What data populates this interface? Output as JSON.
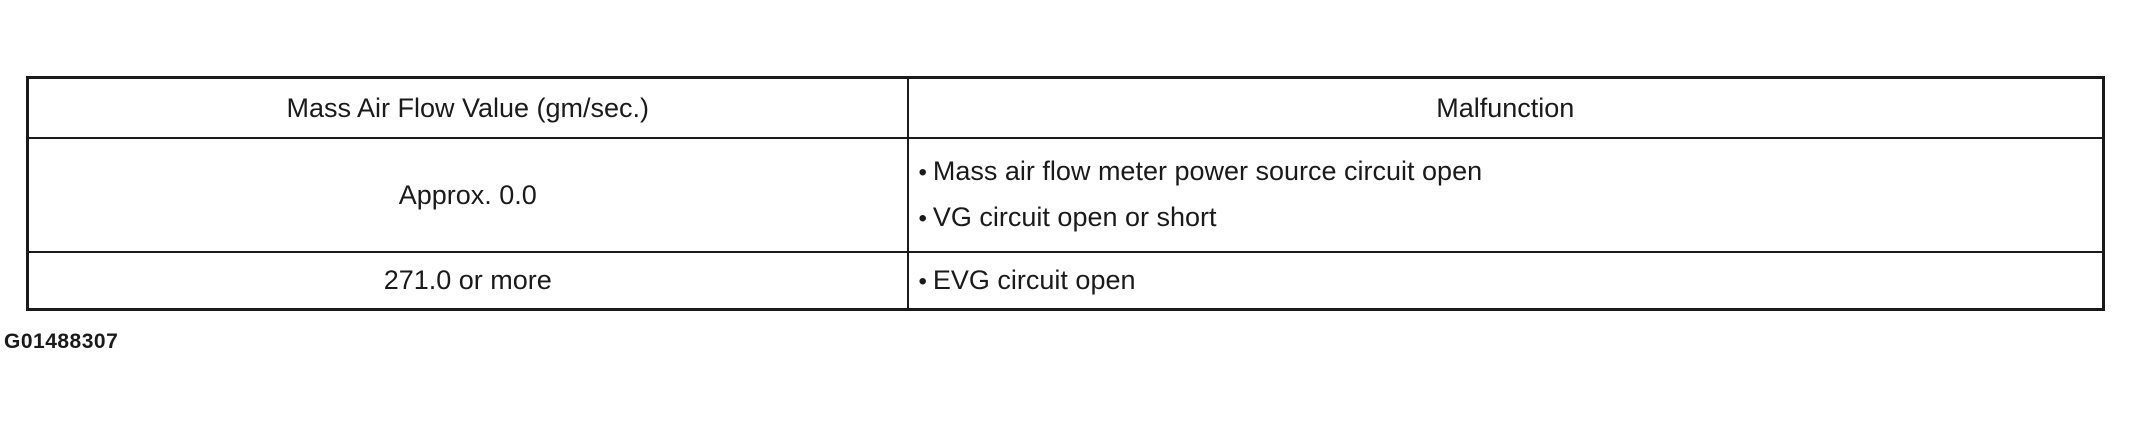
{
  "table": {
    "headers": {
      "value": "Mass Air Flow Value (gm/sec.)",
      "malfunction": "Malfunction"
    },
    "rows": [
      {
        "value": "Approx. 0.0",
        "malfunctions": [
          "Mass air flow meter power source circuit open",
          "VG circuit open or short"
        ]
      },
      {
        "value": "271.0 or more",
        "malfunctions": [
          "EVG circuit open"
        ]
      }
    ],
    "bullet": "•"
  },
  "figure_code": "G01488307"
}
